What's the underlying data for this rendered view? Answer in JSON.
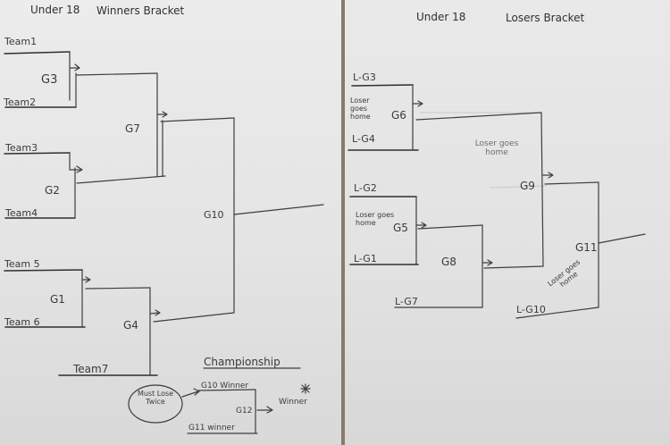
{
  "winners_bracket": {
    "title_prefix": "Under 18",
    "title": "Winners Bracket",
    "teams": [
      "Team1",
      "Team2",
      "Team3",
      "Team4",
      "Team 5",
      "Team 6",
      "Team7"
    ],
    "games": {
      "g3": "G3",
      "g2": "G2",
      "g1": "G1",
      "g7": "G7",
      "g4": "G4",
      "g10": "G10"
    }
  },
  "championship": {
    "title": "Championship",
    "note": "Must Lose Twice",
    "g10_winner": "G10 Winner",
    "g11_winner": "G11 winner",
    "game": "G12",
    "result": "Winner"
  },
  "losers_bracket": {
    "title_prefix": "Under 18",
    "title": "Losers Bracket",
    "slots": {
      "l_g3": "L-G3",
      "l_g4": "L-G4",
      "l_g2": "L-G2",
      "l_g1": "L-G1",
      "l_g7": "L-G7",
      "l_g10": "L-G10"
    },
    "games": {
      "g6": "G6",
      "g5": "G5",
      "g8": "G8",
      "g9": "G9",
      "g11": "G11"
    },
    "notes": {
      "g6": "Loser goes home",
      "g5": "Loser goes home",
      "g9": "Loser goes home",
      "g11": "Loser goes home"
    }
  }
}
